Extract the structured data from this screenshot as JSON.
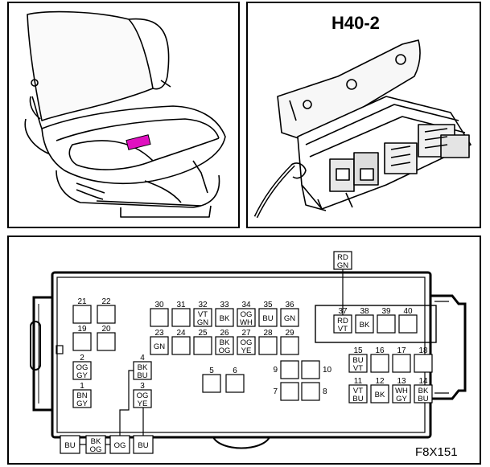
{
  "connector_title": "H40-2",
  "figure_code": "F8X151",
  "pins": [
    {
      "num": "21",
      "colors": []
    },
    {
      "num": "22",
      "colors": []
    },
    {
      "num": "19",
      "colors": []
    },
    {
      "num": "20",
      "colors": []
    },
    {
      "num": "2",
      "colors": [
        "OG",
        "GY"
      ]
    },
    {
      "num": "1",
      "colors": [
        "BN",
        "GY"
      ]
    },
    {
      "num": "4",
      "colors": [
        "BK",
        "BU"
      ]
    },
    {
      "num": "3",
      "colors": [
        "OG",
        "YE"
      ]
    },
    {
      "num": "30",
      "colors": []
    },
    {
      "num": "31",
      "colors": []
    },
    {
      "num": "32",
      "colors": [
        "VT",
        "GN"
      ]
    },
    {
      "num": "33",
      "colors": [
        "BK"
      ]
    },
    {
      "num": "34",
      "colors": [
        "OG",
        "WH"
      ]
    },
    {
      "num": "35",
      "colors": [
        "BU"
      ]
    },
    {
      "num": "36",
      "colors": [
        "GN"
      ]
    },
    {
      "num": "23",
      "colors": [
        "GN"
      ]
    },
    {
      "num": "24",
      "colors": []
    },
    {
      "num": "25",
      "colors": []
    },
    {
      "num": "26",
      "colors": [
        "BK",
        "OG"
      ]
    },
    {
      "num": "27",
      "colors": [
        "OG",
        "YE"
      ]
    },
    {
      "num": "28",
      "colors": []
    },
    {
      "num": "29",
      "colors": []
    },
    {
      "num": "5",
      "colors": []
    },
    {
      "num": "6",
      "colors": []
    },
    {
      "num": "9",
      "colors": []
    },
    {
      "num": "10",
      "colors": []
    },
    {
      "num": "7",
      "colors": []
    },
    {
      "num": "8",
      "colors": []
    },
    {
      "num": "37",
      "colors": [
        "RD",
        "VT"
      ]
    },
    {
      "num": "38",
      "colors": [
        "BK"
      ]
    },
    {
      "num": "39",
      "colors": []
    },
    {
      "num": "40",
      "colors": []
    },
    {
      "num": "15",
      "colors": [
        "BU",
        "VT"
      ]
    },
    {
      "num": "16",
      "colors": []
    },
    {
      "num": "17",
      "colors": []
    },
    {
      "num": "18",
      "colors": []
    },
    {
      "num": "11",
      "colors": [
        "VT",
        "BU"
      ]
    },
    {
      "num": "12",
      "colors": [
        "BK"
      ]
    },
    {
      "num": "13",
      "colors": [
        "WH",
        "GY"
      ]
    },
    {
      "num": "14",
      "colors": [
        "BK",
        "BU"
      ]
    }
  ],
  "external_wires": [
    {
      "colors": [
        "RD",
        "GN"
      ]
    },
    {
      "colors": [
        "BU"
      ]
    },
    {
      "colors": [
        "BK",
        "OG"
      ]
    },
    {
      "colors": [
        "OG"
      ]
    },
    {
      "colors": [
        "BU"
      ]
    }
  ],
  "highlight_color": "#e010c0"
}
